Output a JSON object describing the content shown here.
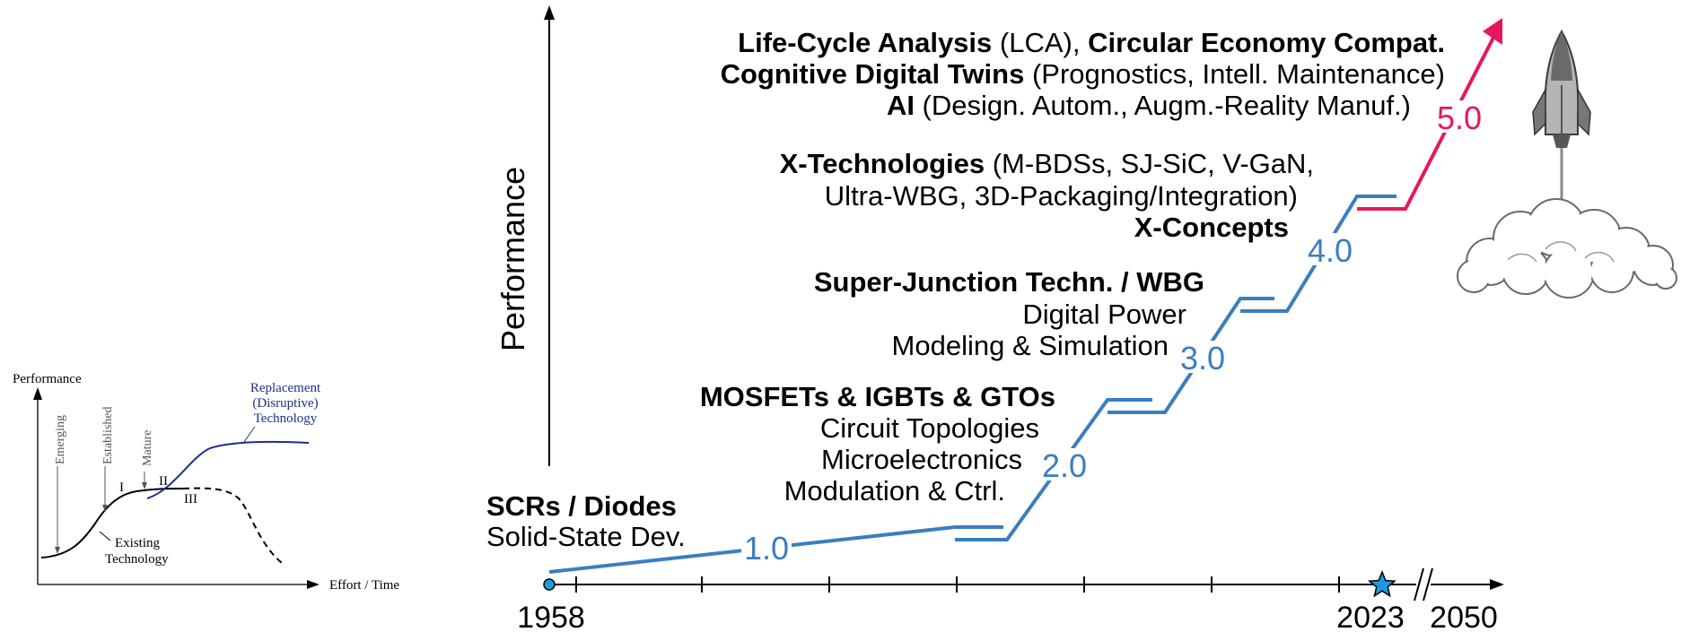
{
  "inset": {
    "y_axis_label": "Performance",
    "x_axis_label": "Effort / Time",
    "stages": [
      "Emerging",
      "Established",
      "Mature"
    ],
    "phases": [
      "I",
      "II",
      "III"
    ],
    "existing_label_1": "Existing",
    "existing_label_2": "Technology",
    "replacement_label_1": "Replacement",
    "replacement_label_2": "(Disruptive)",
    "replacement_label_3": "Technology",
    "colors": {
      "existing": "#000000",
      "replacement": "#1f2e8a",
      "annotation": "#555555"
    }
  },
  "main": {
    "y_axis_label": "Performance",
    "year_start": "1958",
    "year_current": "2023",
    "year_end": "2050",
    "generations": [
      {
        "version": "1.0",
        "bold": "SCRs / Diodes",
        "lines": [
          "Solid-State Dev."
        ]
      },
      {
        "version": "2.0",
        "bold": "MOSFETs & IGBTs & GTOs",
        "lines": [
          "Circuit Topologies",
          "Microelectronics",
          "Modulation & Ctrl."
        ]
      },
      {
        "version": "3.0",
        "bold": "Super-Junction Techn. / WBG",
        "lines": [
          "Digital Power",
          "Modeling & Simulation"
        ]
      },
      {
        "version": "4.0",
        "line1_bold": "X-Technologies",
        "line1_rest": " (M-BDSs, SJ-SiC, V-GaN,",
        "line2": "Ultra-WBG, 3D-Packaging/Integration)",
        "line3_bold": "X-Concepts"
      },
      {
        "version": "5.0",
        "l1_bold_a": "Life-Cycle Analysis",
        "l1_rest_a": " (LCA), ",
        "l1_bold_b": "Circular Economy Compat.",
        "l2_bold": "Cognitive Digital Twins",
        "l2_rest": " (Prognostics, Intell. Maintenance)",
        "l3_bold": "AI",
        "l3_rest": " (Design. Autom., Augm.-Reality Manuf.)"
      }
    ],
    "colors": {
      "staircase": "#3a7ebf",
      "future": "#e8175d",
      "marker": "#1e9be0",
      "axis": "#000000"
    },
    "icons": [
      "star-icon",
      "rocket-icon",
      "cloud-icon",
      "axis-break-icon"
    ]
  }
}
